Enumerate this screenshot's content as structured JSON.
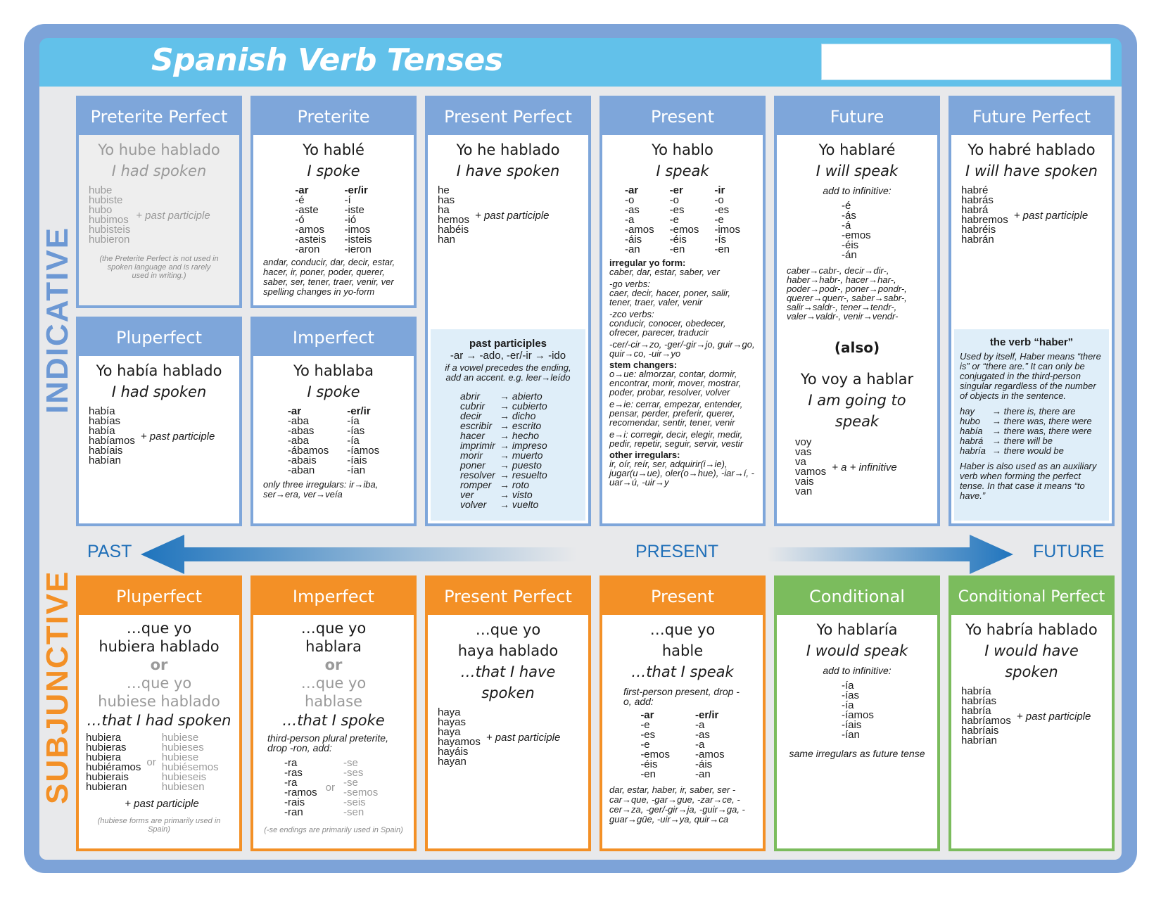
{
  "title": "Spanish Verb Tenses",
  "labels": {
    "indicative": "INDICATIVE",
    "subjunctive": "SUBJUNCTIVE"
  },
  "timeline": {
    "past": "PAST",
    "present": "PRESENT",
    "future": "FUTURE"
  },
  "common": {
    "past_participle": "+ past participle",
    "add_to_infinitive": "add to infinitive:",
    "or": "or"
  },
  "indicative": {
    "preterite_perfect": {
      "header": "Preterite Perfect",
      "example": "Yo hube hablado",
      "translation": "I had spoken",
      "forms": [
        "hube",
        "hubiste",
        "hubo",
        "hubimos",
        "hubisteis",
        "hubieron"
      ],
      "note": "(the Preterite Perfect is not used in spoken language and is rarely used in writing.)"
    },
    "preterite": {
      "header": "Preterite",
      "example": "Yo hablé",
      "translation": "I spoke",
      "col_ar": [
        "-ar",
        "-é",
        "-aste",
        "-ó",
        "-amos",
        "-asteis",
        "-aron"
      ],
      "col_er": [
        "-er/ir",
        "-í",
        "-iste",
        "-ió",
        "-imos",
        "-isteis",
        "-ieron"
      ],
      "note": "andar, conducir, dar, decir, estar, hacer, ir, poner, poder, querer, saber, ser, tener, traer, venir, ver spelling changes in yo-form"
    },
    "present_perfect": {
      "header": "Present Perfect",
      "example": "Yo he hablado",
      "translation": "I have spoken",
      "forms": [
        "he",
        "has",
        "ha",
        "hemos",
        "habéis",
        "han"
      ],
      "pp_title": "past participles",
      "pp_rule": "-ar → -ado, -er/-ir → -ido",
      "pp_note": "if a vowel precedes the ending, add an accent. e.g. leer→leído",
      "pp_irregulars": [
        [
          "abrir",
          "→ abierto"
        ],
        [
          "cubrir",
          "→ cubierto"
        ],
        [
          "decir",
          "→ dicho"
        ],
        [
          "escribir",
          "→ escrito"
        ],
        [
          "hacer",
          "→ hecho"
        ],
        [
          "imprimir",
          "→ impreso"
        ],
        [
          "morir",
          "→ muerto"
        ],
        [
          "poner",
          "→ puesto"
        ],
        [
          "resolver",
          "→ resuelto"
        ],
        [
          "romper",
          "→ roto"
        ],
        [
          "ver",
          "→ visto"
        ],
        [
          "volver",
          "→ vuelto"
        ]
      ]
    },
    "present": {
      "header": "Present",
      "example": "Yo hablo",
      "translation": "I speak",
      "col_ar": [
        "-ar",
        "-o",
        "-as",
        "-a",
        "-amos",
        "-áis",
        "-an"
      ],
      "col_er": [
        "-er",
        "-o",
        "-es",
        "-e",
        "-emos",
        "-éis",
        "-en"
      ],
      "col_ir": [
        "-ir",
        "-o",
        "-es",
        "-e",
        "-imos",
        "-ís",
        "-en"
      ],
      "irregular_title": "irregular yo form:",
      "irregular_list": "caber, dar, estar, saber, ver",
      "go_title": "-go verbs:",
      "go_list": "caer, decir, hacer, poner, salir, tener, traer, valer, venir",
      "zco_title": "-zco verbs:",
      "zco_list": "conducir, conocer, obedecer, ofrecer, parecer, traducir",
      "spelling": "-cer/-cir→zo, -ger/-gir→jo, guir→go, quir→co, -uir→yo",
      "stem_title": "stem changers:",
      "stem_oue": "o→ue: almorzar, contar, dormir, encontrar, morir, mover, mostrar, poder, probar, resolver, volver",
      "stem_eie": "e→ie: cerrar, empezar, entender, pensar, perder, preferir, querer, recomendar, sentir, tener, venir",
      "stem_ei": "e→i: corregir, decir, elegir, medir, pedir, repetir, seguir, servir, vestir",
      "other_title": "other irregulars:",
      "other_list": "ir, oír, reír, ser, adquirir(i→ie), jugar(u→ue), oler(o→hue), -iar→í, -uar→ú, -uir→y"
    },
    "future": {
      "header": "Future",
      "example": "Yo hablaré",
      "translation": "I will speak",
      "endings": [
        "-é",
        "-ás",
        "-á",
        "-emos",
        "-éis",
        "-án"
      ],
      "irregulars": "caber→cabr-, decir→dir-, haber→habr-, hacer→har-, poder→podr-, poner→pondr-, querer→querr-, saber→sabr-, salir→saldr-, tener→tendr-, valer→valdr-, venir→vendr-",
      "also": "(also)",
      "example2": "Yo voy a hablar",
      "translation2": "I am going to speak",
      "forms2": [
        "voy",
        "vas",
        "va",
        "vamos",
        "vais",
        "van"
      ],
      "suffix2": "+ a + infinitive"
    },
    "future_perfect": {
      "header": "Future Perfect",
      "example": "Yo habré hablado",
      "translation": "I will have spoken",
      "forms": [
        "habré",
        "habrás",
        "habrá",
        "habremos",
        "habréis",
        "habrán"
      ],
      "haber_title": "the verb “haber”",
      "haber_text1": "Used by itself, Haber means “there is” or “there are.” It can only be conjugated in the third-person singular regardless of the number of objects in the sentence.",
      "haber_list": [
        [
          "hay",
          "→ there is, there are"
        ],
        [
          "hubo",
          "→ there was, there were"
        ],
        [
          "había",
          "→ there was, there were"
        ],
        [
          "habrá",
          "→ there will be"
        ],
        [
          "habría",
          "→ there would be"
        ]
      ],
      "haber_text2": "Haber is also used as an auxiliary verb when forming the perfect tense.  In that case it means “to have.”"
    },
    "pluperfect": {
      "header": "Pluperfect",
      "example": "Yo había hablado",
      "translation": "I had spoken",
      "forms": [
        "había",
        "habías",
        "había",
        "habíamos",
        "habíais",
        "habían"
      ]
    },
    "imperfect": {
      "header": "Imperfect",
      "example": "Yo hablaba",
      "translation": "I spoke",
      "col_ar": [
        "-ar",
        "-aba",
        "-abas",
        "-aba",
        "-ábamos",
        "-abais",
        "-aban"
      ],
      "col_er": [
        "-er/ir",
        "-ía",
        "-ías",
        "-ía",
        "-íamos",
        "-íais",
        "-ían"
      ],
      "note": "only three irregulars: ir→iba, ser→era, ver→veía"
    }
  },
  "subjunctive": {
    "pluperfect": {
      "header": "Pluperfect",
      "line1": "…que yo",
      "line2": "hubiera hablado",
      "or": "or",
      "line3": "…que yo",
      "line4": "hubiese hablado",
      "translation": "…that I had spoken",
      "forms_a": [
        "hubiera",
        "hubieras",
        "hubiera",
        "hubiéramos",
        "hubierais",
        "hubieran"
      ],
      "forms_b": [
        "hubiese",
        "hubieses",
        "hubiese",
        "hubiésemos",
        "hubieseis",
        "hubiesen"
      ],
      "note": "(hubiese forms are primarily used in Spain)"
    },
    "imperfect": {
      "header": "Imperfect",
      "line1": "…que yo",
      "line2": "hablara",
      "or": "or",
      "line3": "…que yo",
      "line4": "hablase",
      "translation": "…that I spoke",
      "rule": "third-person plural preterite, drop -ron, add:",
      "forms_a": [
        "-ra",
        "-ras",
        "-ra",
        "-ramos",
        "-rais",
        "-ran"
      ],
      "forms_b": [
        "-se",
        "-ses",
        "-se",
        "-semos",
        "-seis",
        "-sen"
      ],
      "note": "(-se endings are primarily used in Spain)"
    },
    "present_perfect": {
      "header": "Present Perfect",
      "line1": "…que yo",
      "line2": "haya hablado",
      "translation": "…that I have spoken",
      "forms": [
        "haya",
        "hayas",
        "haya",
        "hayamos",
        "hayáis",
        "hayan"
      ]
    },
    "present": {
      "header": "Present",
      "line1": "…que yo",
      "line2": "hable",
      "translation": "…that I speak",
      "rule": "first-person present, drop -o, add:",
      "col_ar": [
        "-ar",
        "-e",
        "-es",
        "-e",
        "-emos",
        "-éis",
        "-en"
      ],
      "col_er": [
        "-er/ir",
        "-a",
        "-as",
        "-a",
        "-amos",
        "-áis",
        "-an"
      ],
      "note": "dar, estar, haber, ir, saber, ser -car→que, -gar→gue, -zar→ce, -cer→za, -ger/-gir→ja, -guir→ga, -guar→güe, -uir→ya, quir→ca"
    },
    "conditional": {
      "header": "Conditional",
      "example": "Yo hablaría",
      "translation": "I would speak",
      "endings": [
        "-ía",
        "-ías",
        "-ía",
        "-íamos",
        "-íais",
        "-ían"
      ],
      "note": "same irregulars as future tense"
    },
    "conditional_perfect": {
      "header": "Conditional Perfect",
      "example": "Yo habría hablado",
      "translation": "I would have spoken",
      "forms": [
        "habría",
        "habrías",
        "habría",
        "habríamos",
        "habríais",
        "habrían"
      ]
    }
  },
  "colors": {
    "blue": "#7ea6da",
    "orange": "#f39026",
    "green": "#7bbc5d",
    "title_bar": "#62c1ea",
    "frame": "#7da3d8",
    "timeline": "#1f6fb8"
  }
}
